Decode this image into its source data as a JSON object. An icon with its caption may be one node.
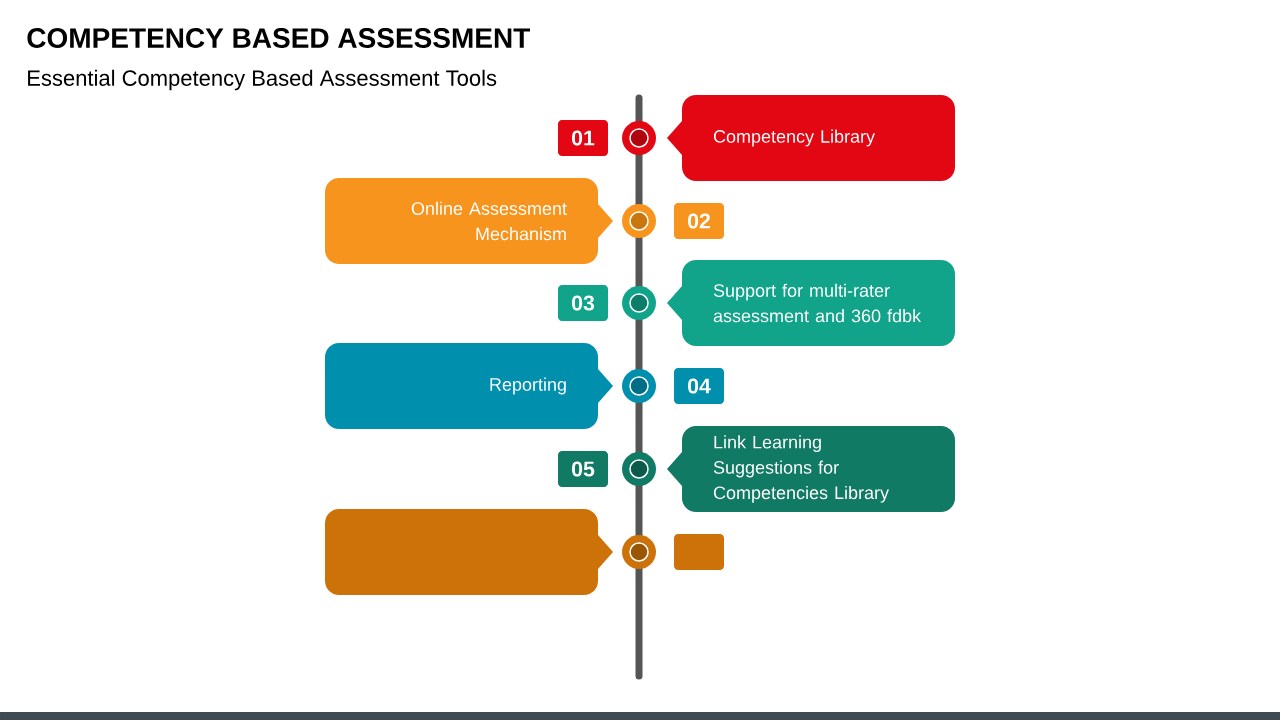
{
  "diagram": {
    "title": "COMPETENCY BASED ASSESSMENT",
    "caption": "Essential Competency Based Assessment Tools",
    "nodes": [
      {
        "text": [
          "01"
        ]
      },
      {
        "text": [],
        "shape": "circle"
      },
      {
        "text": [
          "Competency Library"
        ]
      },
      {
        "text": [
          "Online Assessment Mechanism"
        ]
      },
      {
        "text": [],
        "shape": "circle"
      },
      {
        "text": [
          "02"
        ]
      },
      {
        "text": [
          "03"
        ]
      },
      {
        "text": [],
        "shape": "circle"
      },
      {
        "text": [
          "Support for multi-rater assessment and 360 fdbk"
        ]
      },
      {
        "text": [
          "Reporting"
        ]
      },
      {
        "text": [],
        "shape": "circle"
      },
      {
        "text": [
          "04"
        ]
      },
      {
        "text": [
          "05"
        ]
      },
      {
        "text": [],
        "shape": "circle"
      },
      {
        "text": [
          "Link Learning Suggestions for Competencies Library"
        ]
      },
      {
        "text": [],
        "shape": "box"
      },
      {
        "text": [],
        "shape": "circle"
      },
      {
        "text": [],
        "shape": "box"
      }
    ]
  }
}
